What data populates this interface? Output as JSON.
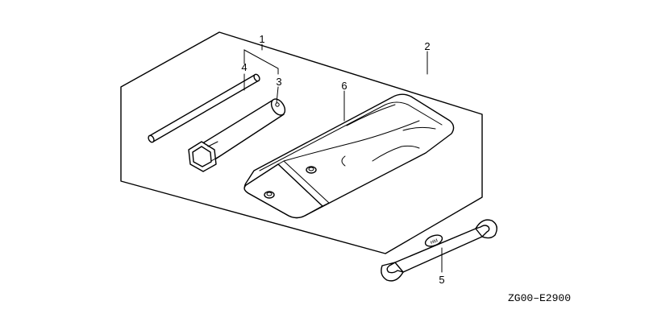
{
  "diagram": {
    "part_code": "ZG00–E2900",
    "callouts": {
      "c1": "1",
      "c2": "2",
      "c3": "3",
      "c4": "4",
      "c5": "5",
      "c6": "6"
    },
    "wrench_mark": "HM"
  }
}
